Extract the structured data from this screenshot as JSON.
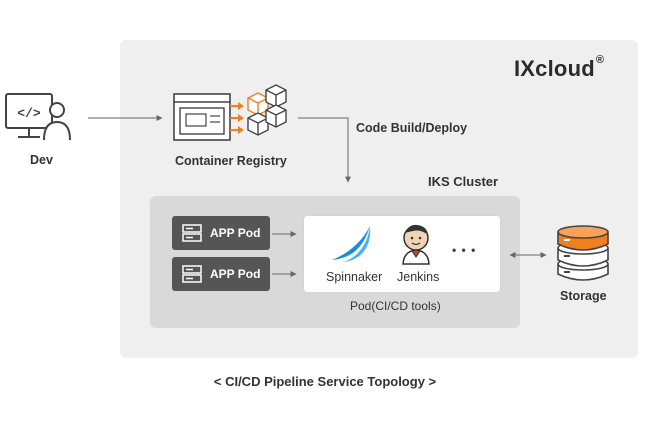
{
  "brand": {
    "name": "IXcloud",
    "mark": "®"
  },
  "nodes": {
    "dev": "Dev",
    "registry": "Container Registry",
    "code_build": "Code Build/Deploy",
    "cluster": "IKS Cluster",
    "app_pods": [
      "APP Pod",
      "APP Pod"
    ],
    "tools": {
      "spinnaker": "Spinnaker",
      "jenkins": "Jenkins",
      "more": "• • •"
    },
    "pod": "Pod(CI/CD tools)",
    "storage": "Storage"
  },
  "caption": "< CI/CD Pipeline Service Topology >",
  "colors": {
    "accent": "#f07f1d",
    "dark": "#555555",
    "panel": "#efefef",
    "cluster": "#d9d9d9",
    "spinnaker": "#1a8be0"
  },
  "icons": [
    "developer-workstation-icon",
    "container-registry-icon",
    "server-icon",
    "spinnaker-icon",
    "jenkins-icon",
    "storage-database-icon"
  ]
}
